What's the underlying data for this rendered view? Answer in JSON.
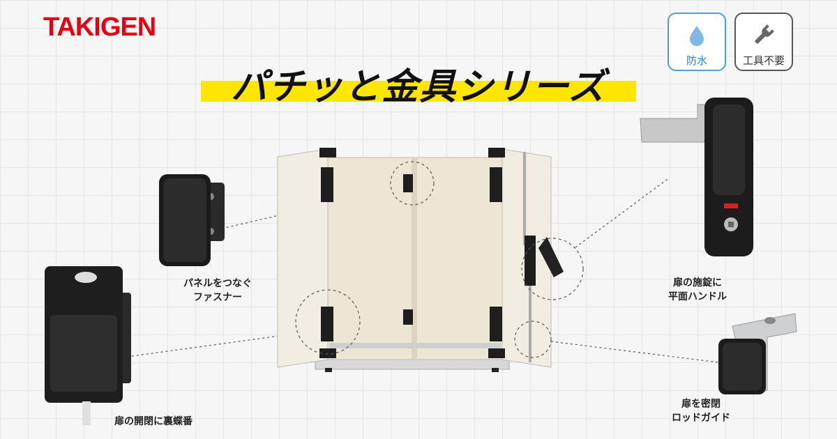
{
  "brand": {
    "logo_text": "TAKIGEN",
    "color": "#e60012"
  },
  "title": {
    "text": "パチッと金具シリーズ",
    "highlight_color": "#ffe600"
  },
  "badges": [
    {
      "label": "防水",
      "icon": "water-drop-icon",
      "color": "#4a9fd8"
    },
    {
      "label": "工具不要",
      "icon": "wrench-icon",
      "color": "#555555"
    }
  ],
  "captions": {
    "panel_fastener": {
      "line1": "パネルをつなぐ",
      "line2": "ファスナー"
    },
    "hinge": {
      "line1": "扉の開閉に裏蝶番"
    },
    "handle": {
      "line1": "扉の施錠に",
      "line2": "平面ハンドル"
    },
    "rod_guide": {
      "line1": "扉を密閉",
      "line2": "ロッドガイド"
    }
  }
}
